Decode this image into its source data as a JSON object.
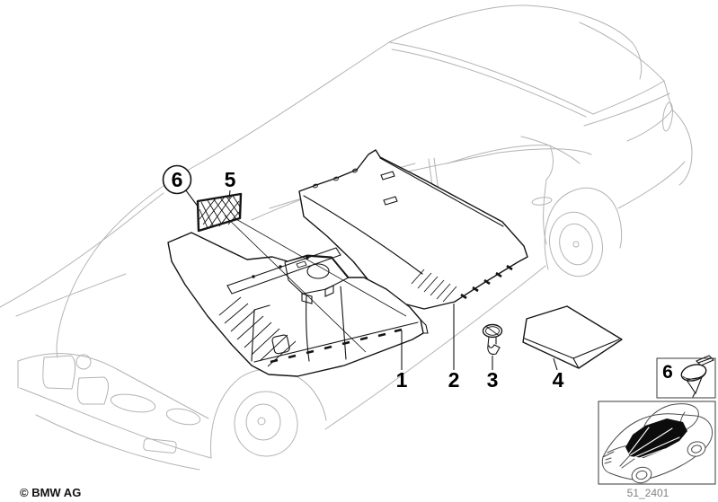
{
  "diagram": {
    "copyright": "© BMW AG",
    "code": "51_2401"
  },
  "callouts": [
    {
      "label": "1"
    },
    {
      "label": "2"
    },
    {
      "label": "3"
    },
    {
      "label": "4"
    },
    {
      "label": "5"
    },
    {
      "label": "6"
    },
    {
      "label": "6"
    }
  ],
  "colors": {
    "background": "#ffffff",
    "body_outline": "#b3b3b3",
    "part_line": "#141414",
    "label_text": "#000000",
    "code_text": "#808080",
    "box_border": "#3a3a3a",
    "mini_car": "#4d4d4d",
    "mat_fill": "#0c0c0c"
  }
}
